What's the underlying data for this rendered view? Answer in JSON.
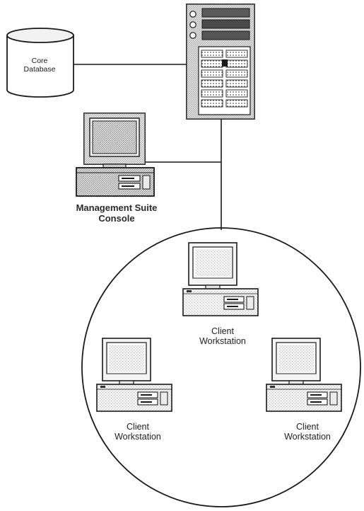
{
  "diagram": {
    "database": {
      "line1": "Core",
      "line2": "Database",
      "icon": "database-cylinder-icon"
    },
    "server": {
      "icon": "core-server-tower-icon"
    },
    "console": {
      "line1": "Management Suite",
      "line2": "Console",
      "icon": "desktop-computer-icon"
    },
    "clients": [
      {
        "line1": "Client",
        "line2": "Workstation",
        "icon": "desktop-computer-icon"
      },
      {
        "line1": "Client",
        "line2": "Workstation",
        "icon": "desktop-computer-icon"
      },
      {
        "line1": "Client",
        "line2": "Workstation",
        "icon": "desktop-computer-icon"
      }
    ],
    "colors": {
      "line": "#1a1a1a",
      "screen": "#bdbdbd",
      "case": "#e8e8e8"
    }
  }
}
